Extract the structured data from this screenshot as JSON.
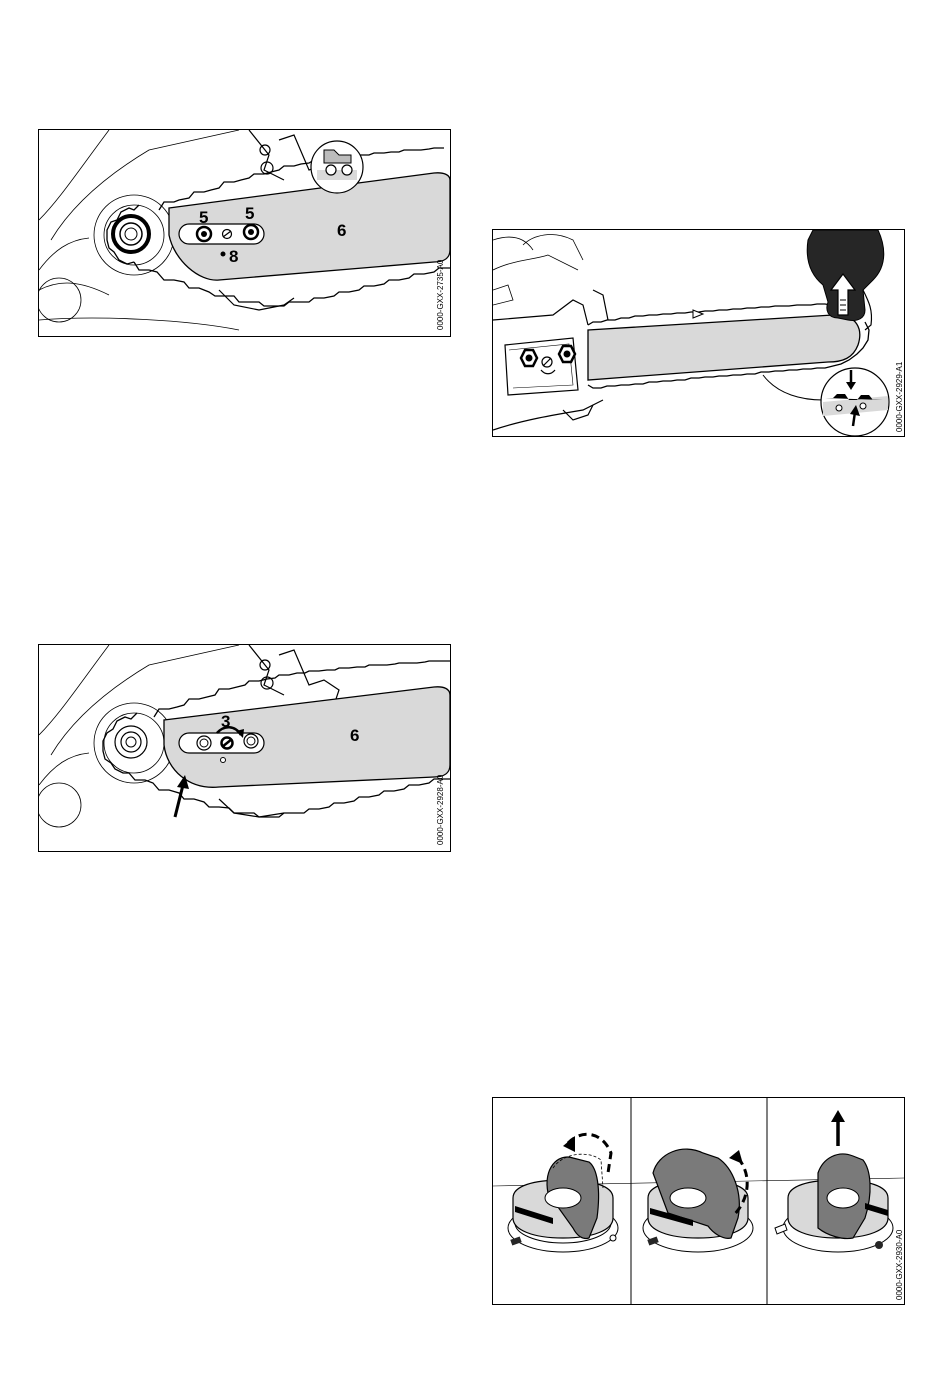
{
  "figures": {
    "fig1": {
      "code": "0000-GXX-2735-A0",
      "callouts": [
        "5",
        "5",
        "6",
        "8"
      ]
    },
    "fig2": {
      "code": "0000-GXX-2928-A0",
      "callouts": [
        "3",
        "6"
      ]
    },
    "fig3": {
      "code": "0000-GXX-2929-A1"
    },
    "fig4": {
      "code": "0000-GXX-2930-A0"
    }
  }
}
